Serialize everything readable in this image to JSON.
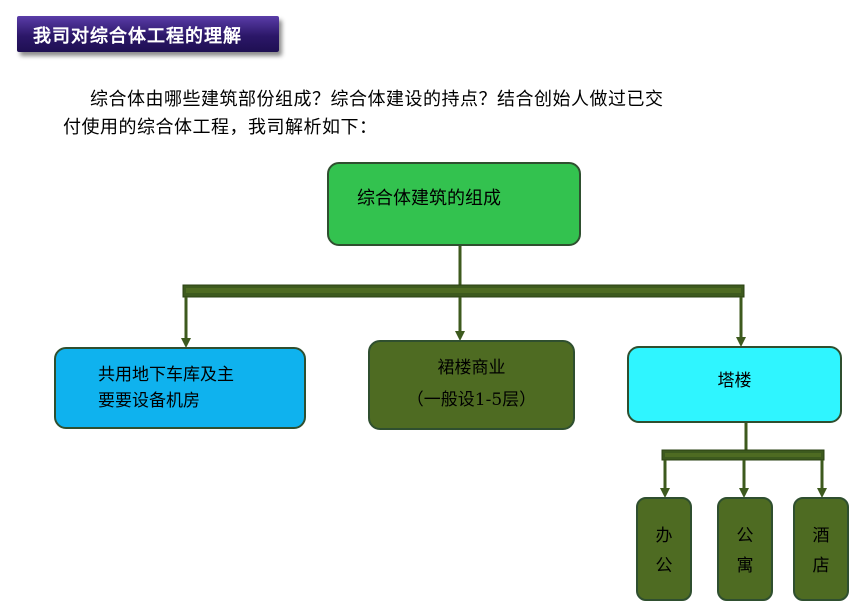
{
  "title": "我司对综合体工程的理解",
  "intro": {
    "line1": "综合体由哪些建筑部份组成？综合体建设的持点？结合创始人做过已交",
    "line2": "付使用的综合体工程，我司解析如下："
  },
  "diagram": {
    "root": "综合体建筑的组成",
    "garage": {
      "line1": "共用地下车库及主",
      "line2": "要要设备机房"
    },
    "podium": {
      "line1": "裙楼商业",
      "line2": "（一般设1-5层）"
    },
    "tower": "塔楼",
    "leaves": [
      {
        "line1": "办",
        "line2": "公"
      },
      {
        "line1": "公",
        "line2": "寓"
      },
      {
        "line1": "酒",
        "line2": "店"
      }
    ]
  },
  "colors": {
    "banner": "#2c1769",
    "root_fill": "#33c24f",
    "garage_fill": "#0fb2ee",
    "podium_fill": "#4e6b22",
    "tower_fill": "#2ff5ff",
    "connector": "#3d5a1e"
  }
}
